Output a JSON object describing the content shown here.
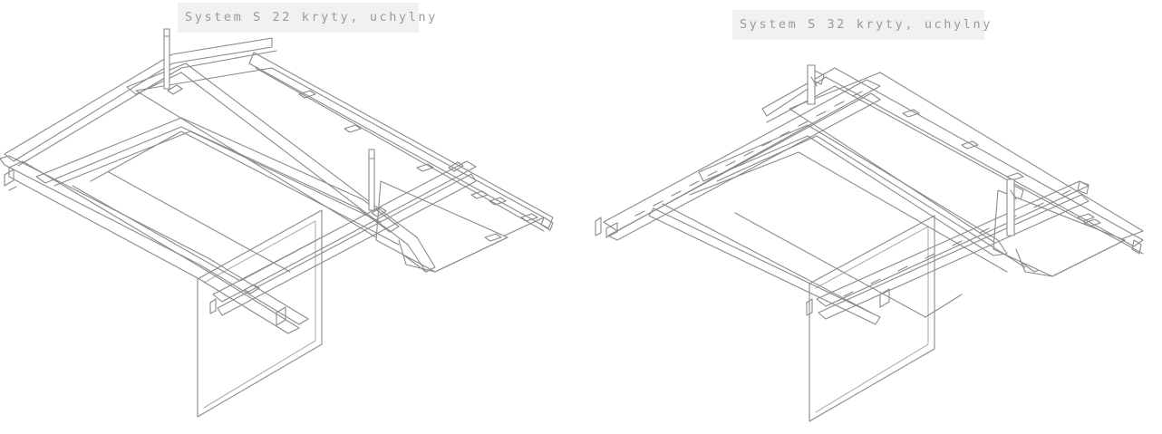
{
  "figures": [
    {
      "caption": "System S 22 kryty, uchylny",
      "icon": "ceiling-grid-drawing-s22"
    },
    {
      "caption": "System S 32 kryty, uchylny",
      "icon": "ceiling-grid-drawing-s32"
    }
  ],
  "colors": {
    "line": "#8a8a8a",
    "caption_bg": "#f1f1f1",
    "caption_text": "#9a9a9a"
  }
}
